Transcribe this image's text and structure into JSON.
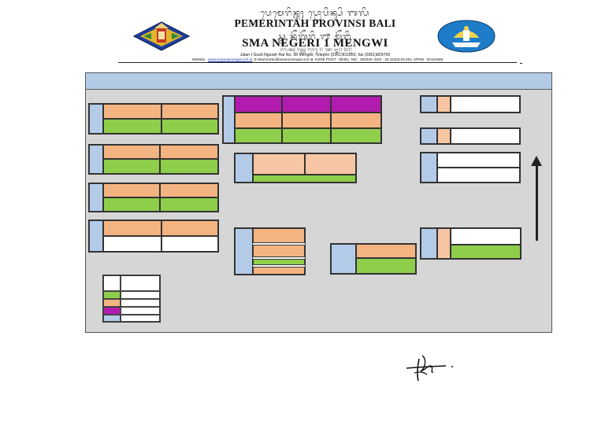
{
  "letterhead": {
    "balinese_top": "ᬧᬾᬫᬾᬭᬶᬦ᭄ᬢᬄ ᬧ᭄ᬭᭀᬧᬶᬦ᭄ᬲᬶ ᬩᬮᬶ",
    "government": "PEMERINTAH PROVINSI BALI",
    "balinese_mid": "ᬲ᭄ᬫ ᬦᭂᬕᭂᬭᬶ ᭑ ᬫᭂᬗ᭄ᬯᬶ",
    "school": "SMA NEGERI 1 MENGWI",
    "balinese_address": "ᬚᬮᬦ᭄ ᬕᬸᬲ᭄ᬢᬶ ᬗᬸᬭᬄ ᬭᬶ ᬦᭀ ᭓᭘ ᬫᭂᬗ᭄ᬯᬶ",
    "address": "Jalan I Gusti Ngurah Rai No. 38 Mengwi, Telepon (0361)811855, fax (0361)829766",
    "website_label": "Website : ",
    "website": "www.smansamengwi.sch.id",
    "contact_rest": ", E-Mail:smtari@sman1mengwi.sch.id, KODE POST : 80351, NIS : 300040, NSS : 30.22204.03.001, NPSN : 50101655",
    "logo_left": "bali-province-crest",
    "logo_right": "tut-wuri-handayani-emblem"
  },
  "colors": {
    "header_blue": "#b4cbe8",
    "orange": "#f4b482",
    "peach": "#f6c5a3",
    "green": "#8fce4b",
    "purple": "#b21cae",
    "floor": "#d6d6d6"
  },
  "compass": "north-arrow-icon",
  "signature": "handwritten-signature"
}
